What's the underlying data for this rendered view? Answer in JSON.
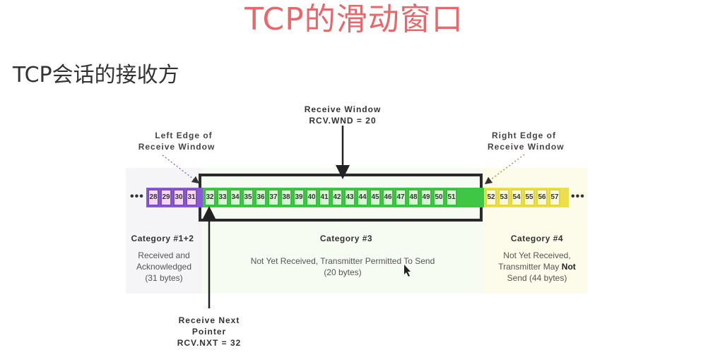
{
  "slide": {
    "title": "TCP的滑动窗口",
    "subtitle": "TCP会话的接收方"
  },
  "diagram": {
    "receive_window_label": [
      "Receive Window",
      "RCV.WND = 20"
    ],
    "left_edge_label": [
      "Left Edge of",
      "Receive Window"
    ],
    "right_edge_label": [
      "Right Edge of",
      "Receive Window"
    ],
    "receive_next_label": [
      "Receive Next",
      "Pointer",
      "RCV.NXT = 32"
    ],
    "ellipsis": "•••",
    "bytes": {
      "category_1_2": [
        "28",
        "29",
        "30",
        "31"
      ],
      "category_3": [
        "32",
        "33",
        "34",
        "35",
        "36",
        "37",
        "38",
        "39",
        "40",
        "41",
        "42",
        "43",
        "44",
        "45",
        "46",
        "47",
        "48",
        "49",
        "50",
        "51"
      ],
      "category_4": [
        "52",
        "53",
        "54",
        "55",
        "56",
        "57"
      ]
    },
    "categories": [
      {
        "title": "Category #1+2",
        "desc": [
          "Received and",
          "Acknowledged",
          "(31 bytes)"
        ]
      },
      {
        "title": "Category #3",
        "desc": [
          "Not Yet Received, Transmitter Permitted To Send",
          "(20 bytes)"
        ]
      },
      {
        "title": "Category #4",
        "desc_line1": "Not Yet Received,",
        "desc_line2_pre": "Transmitter May ",
        "desc_line2_bold": "Not",
        "desc_line3": "Send (44 bytes)"
      }
    ],
    "colors": {
      "purple_border": "#7a4fc4",
      "purple_fill": "#f9d6f4",
      "green_border": "#34c23a",
      "green_fill": "#d9f7d4",
      "yellow_border": "#e3d53a",
      "yellow_fill": "#fdfbdc",
      "title_red": "#e8676b"
    }
  }
}
